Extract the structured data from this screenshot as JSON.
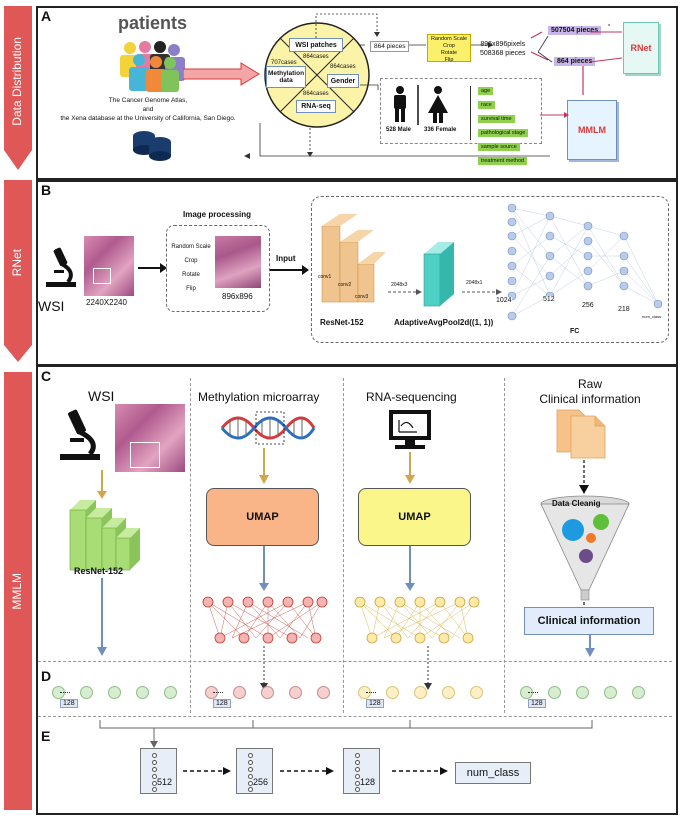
{
  "side_labels": {
    "data_distribution": "Data Distribution",
    "rnet": "RNet",
    "mmlm": "MMLM"
  },
  "colors": {
    "side_arrow": "#d9393a",
    "panel_border": "#222222",
    "accent_blue": "#6f8fbf",
    "gold_arrow": "#d2a74a"
  },
  "panel_a": {
    "label": "A",
    "patients_title": "patients",
    "source_lines": [
      "The Cancer Genome Atlas,",
      "and",
      "the Xena database at the University of California, San Diego."
    ],
    "circle": {
      "wsi": "WSI patches",
      "methylation": "Methylation data",
      "gender": "Gender",
      "rnaseq": "RNA-seq",
      "c707": "707cases",
      "c864a": "864cases",
      "c864b": "864cases",
      "c864c": "864cases"
    },
    "pieces_864": "864 pieces",
    "aug_lines": [
      "Random Scale",
      "Crop",
      "Rotate",
      "Flip"
    ],
    "pixels": "896x896pixels",
    "pieces_508368": "508368 pieces",
    "pieces_507504": "507504 pieces",
    "pieces_864b": "864 pieces",
    "rnet": "RNet",
    "mmlm": "MMLM",
    "male": "528 Male",
    "female": "336 Female",
    "clinical": [
      "age",
      "race",
      "survival time",
      "pathological stage",
      "sample source",
      "treatment method"
    ]
  },
  "panel_b": {
    "label": "B",
    "wsi": "WSI",
    "size": "2240X2240",
    "image_processing": "Image processing",
    "aug_lines": [
      "Random Scale",
      "Crop",
      "Rotate",
      "Flip"
    ],
    "patch_size": "896x896",
    "input": "Input",
    "conv1": "conv1",
    "conv2": "conv2",
    "conv3": "conv3",
    "resnet": "ResNet-152",
    "dim1": "2048x3",
    "pool": "AdaptiveAvgPool2d((1, 1))",
    "dim2": "2048x1",
    "fc_sizes": [
      "1024",
      "512",
      "256",
      "218"
    ],
    "num_class": "num_class",
    "fc": "FC"
  },
  "panel_c": {
    "label": "C",
    "wsi": "WSI",
    "methylation": "Methylation microarray",
    "rnaseq": "RNA-sequencing",
    "raw": "Raw",
    "clinical_info_title": "Clinical information",
    "resnet": "ResNet-152",
    "umap1": "UMAP",
    "umap2": "UMAP",
    "cleaning": "Data Cleanig",
    "clinical_info_box": "Clinical information"
  },
  "panel_d": {
    "label": "D",
    "n128": "128"
  },
  "panel_e": {
    "label": "E",
    "sizes": [
      "512",
      "256",
      "128"
    ],
    "num_class": "num_class"
  }
}
